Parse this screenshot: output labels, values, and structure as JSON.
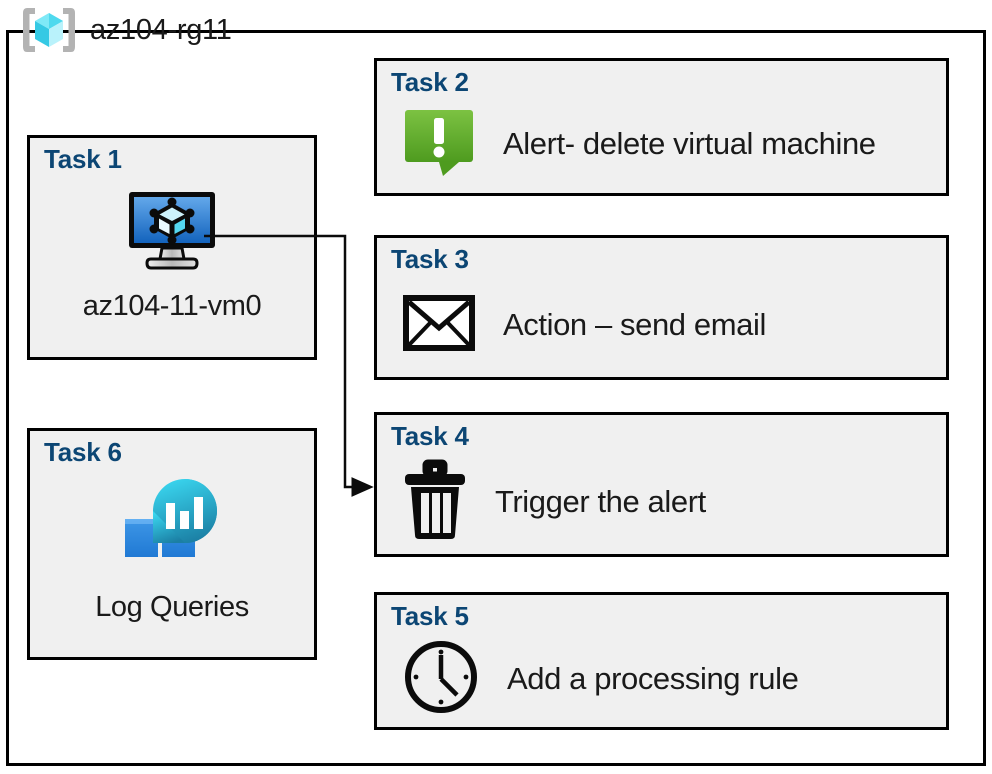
{
  "resource_group": {
    "title": "az104-rg11",
    "icon": "resource-group-cube-icon"
  },
  "colors": {
    "task_heading": "#0c4674",
    "card_background": "#f0f0f0",
    "card_border": "#000000",
    "alert_green_light": "#7ac143",
    "alert_green_dark": "#4f9c20",
    "vm_blue_light": "#5aa0e6",
    "vm_blue_dark": "#1565c0",
    "log_cyan": "#32d0ec",
    "log_teal": "#1e88ab",
    "log_blue_light": "#55a8f0",
    "log_blue_dark": "#2585d8",
    "rg_cube_cyan": "#66e2f5"
  },
  "cards": [
    {
      "id": "task1",
      "title": "Task 1",
      "label": "az104-11-vm0",
      "icon": "virtual-machine-icon",
      "layout": "vertical"
    },
    {
      "id": "task2",
      "title": "Task 2",
      "label": "Alert- delete virtual machine",
      "icon": "alert-bubble-icon",
      "layout": "horizontal"
    },
    {
      "id": "task3",
      "title": "Task 3",
      "label": "Action – send email",
      "icon": "envelope-icon",
      "layout": "horizontal"
    },
    {
      "id": "task4",
      "title": "Task 4",
      "label": "Trigger the alert",
      "icon": "trash-can-icon",
      "layout": "horizontal"
    },
    {
      "id": "task5",
      "title": "Task 5",
      "label": "Add a processing rule",
      "icon": "clock-icon",
      "layout": "horizontal"
    },
    {
      "id": "task6",
      "title": "Task 6",
      "label": "Log Queries",
      "icon": "log-analytics-icon",
      "layout": "vertical"
    }
  ],
  "connector": {
    "from": "virtual-machine-icon",
    "to": "task4-card",
    "style": "elbow-arrow"
  }
}
